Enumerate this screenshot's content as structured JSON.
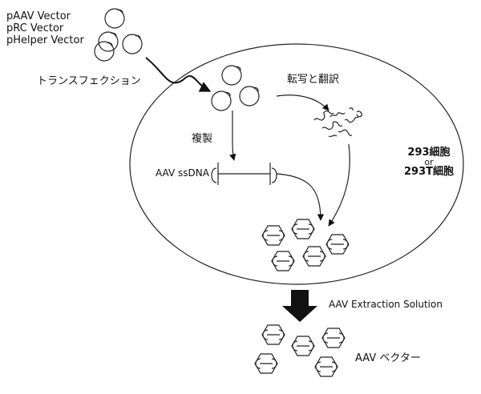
{
  "plasmids": [
    "pAAV Vector",
    "pRC Vector",
    "pHelper Vector"
  ],
  "labels": {
    "transfection": "トランスフェクション",
    "transcription_translation": "転写と翻訳",
    "replication": "複製",
    "ssdna": "AAV ssDNA",
    "cell_line_1": "293細胞",
    "cell_or": "or",
    "cell_line_2": "293T細胞",
    "extraction": "AAV Extraction Solution",
    "vector": "AAV ベクター"
  }
}
